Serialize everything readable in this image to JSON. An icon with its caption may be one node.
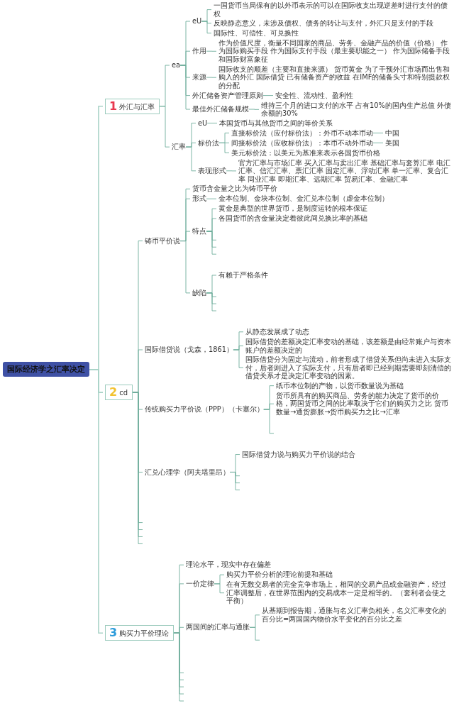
{
  "diagram": {
    "nodes": [
      {
        "text": [
          "国际经济学之汇率决定"
        ]
      },
      {
        "text": [
          "1",
          "外汇与汇率"
        ]
      },
      {
        "text": [
          "ea"
        ]
      },
      {
        "text": [
          "eU"
        ]
      },
      {
        "text": [
          "一国货币当局保有的以外币表示的可以在国际收支出现逆差时进行支付的债权"
        ]
      },
      {
        "text": [
          "反映静态意义，未涉及债权、债务的转让与支付，外汇只是支付的手段"
        ]
      },
      {
        "text": [
          "国际性、可偿性、可兑换性"
        ]
      },
      {
        "text": [
          "作用"
        ]
      },
      {
        "text": [
          "作为价值尺度，衡量不同国家的商品、劳务、金融产品的价值（价格） 作为国际购买手段 作为国际支付手段（最主要职能之一） 作为国际储备手段和国际财富象征"
        ]
      },
      {
        "text": [
          "来源"
        ]
      },
      {
        "text": [
          "国际收支的顺差（主要和直接来源） 货币黄金 为了干预外汇市场而出售和购入的外汇 国际借贷 已有储备资产的收益 在IMF的储备头寸和特别提款权的分配"
        ]
      },
      {
        "text": [
          "外汇储备资产管理原则"
        ]
      },
      {
        "text": [
          "安全性、流动性、盈利性"
        ]
      },
      {
        "text": [
          "最佳外汇储备规模"
        ]
      },
      {
        "text": [
          "维持三个月的进口支付的水平 占有10%的国内生产总值 外债余额的30%"
        ]
      },
      {
        "text": [
          "汇率"
        ]
      },
      {
        "text": [
          "eU"
        ]
      },
      {
        "text": [
          "本国货币与其他货币之间的等价关系"
        ]
      },
      {
        "text": [
          "标价法"
        ]
      },
      {
        "text": [
          "直接标价法（应付标价法）：外币不动本币动"
        ]
      },
      {
        "text": [
          "中国"
        ]
      },
      {
        "text": [
          "间接标价法（应收标价法）：本币不动外币动"
        ]
      },
      {
        "text": [
          "美国"
        ]
      },
      {
        "text": [
          "美元标价法：以美元为基准来表示各国货币价格"
        ]
      },
      {
        "text": [
          "表现形式"
        ]
      },
      {
        "text": [
          "官方汇率与市场汇率 买入汇率与卖出汇率 基础汇率与套算汇率 电汇汇率、信汇汇率、票汇汇率 固定汇率、浮动汇率 单一汇率、复合汇率 同业汇率 即期汇率、远期汇率 贸易汇率、金融汇率"
        ]
      },
      {
        "text": [
          "2",
          "cd"
        ]
      },
      {
        "text": [
          "铸币平价说"
        ]
      },
      {
        "text": [
          "货币含金量之比为铸币平价"
        ]
      },
      {
        "text": [
          "形式"
        ]
      },
      {
        "text": [
          "金本位制、金块本位制、金汇兑本位制（虚金本位制）"
        ]
      },
      {
        "text": [
          "特点"
        ]
      },
      {
        "text": [
          "黄金是典型的世界货币，是制度运转的根本保证"
        ]
      },
      {
        "text": [
          "各国货币的含金量决定着彼此间兑换比率的基础"
        ]
      },
      {
        "text": [
          "缺陷"
        ]
      },
      {
        "text": [
          "有赖于严格条件"
        ]
      },
      {
        "text": [
          "国际借贷说（戈森，1861）"
        ]
      },
      {
        "text": [
          "从静态发展成了动态"
        ]
      },
      {
        "text": [
          "国际借贷的差额决定汇率变动的基础，该差额是由经常账户与资本账户的差额决定的"
        ]
      },
      {
        "text": [
          "国际借贷分为固定与流动，前者形成了借贷关系但尚未进入实际支付，后者则进入了实际支付，只有后者即已经到期需要即刻清偿的借贷关系才是决定汇率变动的因素。"
        ]
      },
      {
        "text": [
          "传统购买力平价说（PPP）（卡塞尔）"
        ]
      },
      {
        "text": [
          "纸币本位制的产物，以货币数量说为基础"
        ]
      },
      {
        "text": [
          "货币所具有的购买商品、劳务的能力决定了货币的价格，两国货币之间的比率取决于它们的购买力之比 货币数量→通货膨胀→货币购买力之比→汇率"
        ]
      },
      {
        "text": [
          "汇兑心理学（阿夫塔里昂）"
        ]
      },
      {
        "text": [
          "国际借贷力说与购买力平价说的结合"
        ]
      },
      {
        "text": [
          "3",
          "购买力平价理论"
        ]
      },
      {
        "text": [
          "理论水平，现实中存在偏差"
        ]
      },
      {
        "text": [
          "一价定律"
        ]
      },
      {
        "text": [
          "购买力平价分析的理论前提和基础"
        ]
      },
      {
        "text": [
          "在有无数交易者的完全竞争市场上，相同的交易产品或金融资产，经过汇率调整后，在世界范围内的交易成本一定是相等的。（套利者会使之平衡）"
        ]
      },
      {
        "text": [
          "两国间的汇率与通胀"
        ]
      },
      {
        "text": [
          "从基期到报告期，通胀与名义汇率负相关，名义汇率变化的百分比=两国国内物价水平变化的百分比之差"
        ]
      }
    ],
    "edges": [
      {
        "from": 0,
        "to": 1,
        "arrow": "none"
      },
      {
        "from": 0,
        "to": 26,
        "arrow": "none"
      },
      {
        "from": 0,
        "to": 45,
        "arrow": "none"
      },
      {
        "from": 1,
        "to": 2,
        "arrow": "none"
      },
      {
        "from": 1,
        "to": 15,
        "arrow": "none"
      },
      {
        "from": 2,
        "to": 3,
        "arrow": "none"
      },
      {
        "from": 2,
        "to": 7,
        "arrow": "none"
      },
      {
        "from": 2,
        "to": 9,
        "arrow": "none"
      },
      {
        "from": 2,
        "to": 11,
        "arrow": "none"
      },
      {
        "from": 2,
        "to": 13,
        "arrow": "none"
      },
      {
        "from": 3,
        "to": 4,
        "arrow": "none"
      },
      {
        "from": 3,
        "to": 5,
        "arrow": "none"
      },
      {
        "from": 3,
        "to": 6,
        "arrow": "none"
      },
      {
        "from": 7,
        "to": 8,
        "arrow": "none"
      },
      {
        "from": 9,
        "to": 10,
        "arrow": "none"
      },
      {
        "from": 11,
        "to": 12,
        "arrow": "none"
      },
      {
        "from": 13,
        "to": 14,
        "arrow": "none"
      },
      {
        "from": 15,
        "to": 16,
        "arrow": "none"
      },
      {
        "from": 15,
        "to": 18,
        "arrow": "none"
      },
      {
        "from": 15,
        "to": 24,
        "arrow": "none"
      },
      {
        "from": 16,
        "to": 17,
        "arrow": "none"
      },
      {
        "from": 18,
        "to": 19,
        "arrow": "none"
      },
      {
        "from": 18,
        "to": 21,
        "arrow": "none"
      },
      {
        "from": 18,
        "to": 23,
        "arrow": "none"
      },
      {
        "from": 19,
        "to": 20,
        "arrow": "none"
      },
      {
        "from": 21,
        "to": 22,
        "arrow": "none"
      },
      {
        "from": 24,
        "to": 25,
        "arrow": "none"
      },
      {
        "from": 26,
        "to": 27,
        "arrow": "none"
      },
      {
        "from": 26,
        "to": 36,
        "arrow": "none"
      },
      {
        "from": 26,
        "to": 40,
        "arrow": "none"
      },
      {
        "from": 26,
        "to": 43,
        "arrow": "none"
      },
      {
        "from": 26,
        "to": null,
        "arrow": "none"
      },
      {
        "from": 26,
        "to": null,
        "arrow": "none"
      },
      {
        "from": 26,
        "to": null,
        "arrow": "none"
      },
      {
        "from": 26,
        "to": null,
        "arrow": "none"
      },
      {
        "from": 27,
        "to": 28,
        "arrow": "none"
      },
      {
        "from": 27,
        "to": 29,
        "arrow": "none"
      },
      {
        "from": 27,
        "to": 31,
        "arrow": "none"
      },
      {
        "from": 27,
        "to": 34,
        "arrow": "none"
      },
      {
        "from": 29,
        "to": 30,
        "arrow": "none"
      },
      {
        "from": 31,
        "to": 32,
        "arrow": "none"
      },
      {
        "from": 31,
        "to": 33,
        "arrow": "none"
      },
      {
        "from": 31,
        "to": null,
        "arrow": "none"
      },
      {
        "from": 31,
        "to": null,
        "arrow": "none"
      },
      {
        "from": 31,
        "to": null,
        "arrow": "none"
      },
      {
        "from": 34,
        "to": 35,
        "arrow": "none"
      },
      {
        "from": 34,
        "to": null,
        "arrow": "none"
      },
      {
        "from": 34,
        "to": null,
        "arrow": "none"
      },
      {
        "from": 34,
        "to": null,
        "arrow": "none"
      },
      {
        "from": 36,
        "to": 37,
        "arrow": "none"
      },
      {
        "from": 36,
        "to": 38,
        "arrow": "none"
      },
      {
        "from": 36,
        "to": 39,
        "arrow": "none"
      },
      {
        "from": 40,
        "to": 41,
        "arrow": "none"
      },
      {
        "from": 40,
        "to": 42,
        "arrow": "none"
      },
      {
        "from": 40,
        "to": null,
        "arrow": "none"
      },
      {
        "from": 43,
        "to": 44,
        "arrow": "none"
      },
      {
        "from": 43,
        "to": null,
        "arrow": "none"
      },
      {
        "from": 43,
        "to": null,
        "arrow": "none"
      },
      {
        "from": 43,
        "to": null,
        "arrow": "none"
      },
      {
        "from": 45,
        "to": 46,
        "arrow": "none"
      },
      {
        "from": 45,
        "to": 47,
        "arrow": "none"
      },
      {
        "from": 45,
        "to": 50,
        "arrow": "none"
      },
      {
        "from": 45,
        "to": null,
        "arrow": "none"
      },
      {
        "from": 45,
        "to": null,
        "arrow": "none"
      },
      {
        "from": 45,
        "to": null,
        "arrow": "none"
      },
      {
        "from": 45,
        "to": null,
        "arrow": "none"
      },
      {
        "from": 45,
        "to": null,
        "arrow": "none"
      },
      {
        "from": 47,
        "to": 48,
        "arrow": "none"
      },
      {
        "from": 47,
        "to": 49,
        "arrow": "none"
      },
      {
        "from": 50,
        "to": 51,
        "arrow": "none"
      },
      {
        "from": 50,
        "to": null,
        "arrow": "none"
      }
    ]
  }
}
